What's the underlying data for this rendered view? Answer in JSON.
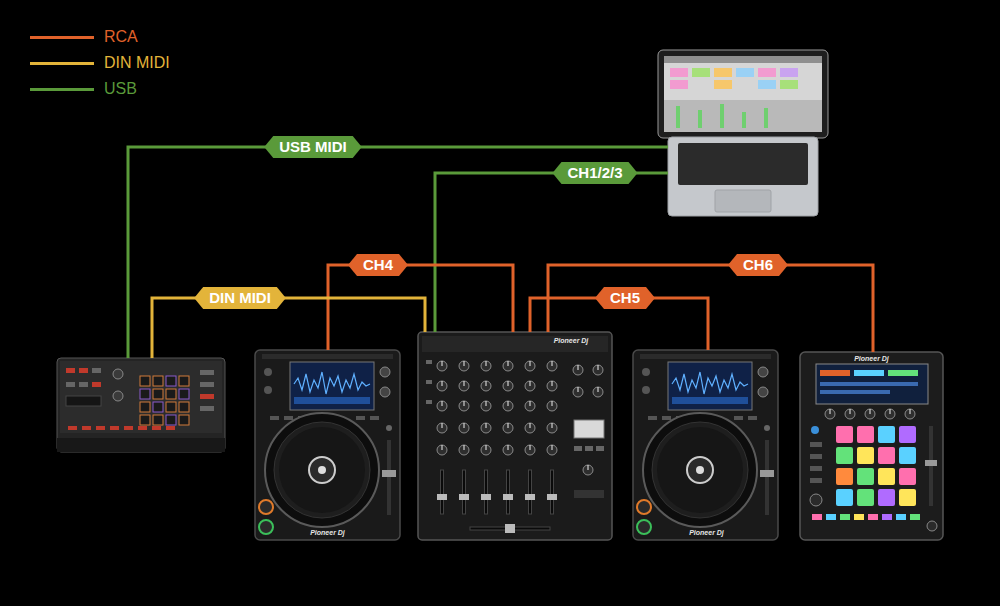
{
  "diagram": {
    "nodes": [
      {
        "text": []
      },
      {
        "text": []
      },
      {
        "text": [
          "Pioneer Dj"
        ]
      },
      {
        "text": [
          "Pioneer Dj"
        ]
      },
      {
        "text": [
          "Pioneer Dj"
        ]
      },
      {
        "text": [
          "Pioneer Dj"
        ]
      }
    ],
    "edges": [
      {
        "from": 1,
        "to": 0,
        "arrow": "none",
        "label": "USB MIDI"
      },
      {
        "from": 3,
        "to": 0,
        "arrow": "none",
        "label": "CH1/2/3"
      },
      {
        "from": 2,
        "to": 3,
        "arrow": "none",
        "label": "CH4"
      },
      {
        "from": 1,
        "to": 3,
        "arrow": "none",
        "label": "DIN MIDI"
      },
      {
        "from": 4,
        "to": 3,
        "arrow": "none",
        "label": "CH5"
      },
      {
        "from": 5,
        "to": 3,
        "arrow": "none",
        "label": "CH6"
      }
    ],
    "legend": [
      {
        "text": "RCA",
        "color": "#e0622a"
      },
      {
        "text": "DIN MIDI",
        "color": "#e3b43a"
      },
      {
        "text": "USB",
        "color": "#5a9a3a"
      }
    ]
  }
}
